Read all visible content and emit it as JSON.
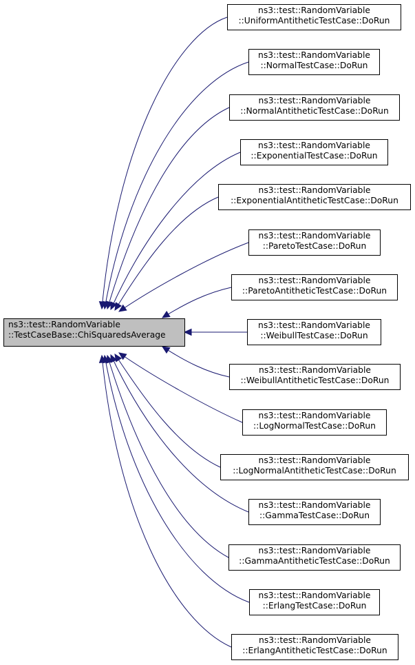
{
  "root": {
    "line1": "ns3::test::RandomVariable",
    "line2": "::TestCaseBase::ChiSquaredsAverage"
  },
  "callers": [
    {
      "line1": "ns3::test::RandomVariable",
      "line2": "::UniformAntitheticTestCase::DoRun"
    },
    {
      "line1": "ns3::test::RandomVariable",
      "line2": "::NormalTestCase::DoRun"
    },
    {
      "line1": "ns3::test::RandomVariable",
      "line2": "::NormalAntitheticTestCase::DoRun"
    },
    {
      "line1": "ns3::test::RandomVariable",
      "line2": "::ExponentialTestCase::DoRun"
    },
    {
      "line1": "ns3::test::RandomVariable",
      "line2": "::ExponentialAntitheticTestCase::DoRun"
    },
    {
      "line1": "ns3::test::RandomVariable",
      "line2": "::ParetoTestCase::DoRun"
    },
    {
      "line1": "ns3::test::RandomVariable",
      "line2": "::ParetoAntitheticTestCase::DoRun"
    },
    {
      "line1": "ns3::test::RandomVariable",
      "line2": "::WeibullTestCase::DoRun"
    },
    {
      "line1": "ns3::test::RandomVariable",
      "line2": "::WeibullAntitheticTestCase::DoRun"
    },
    {
      "line1": "ns3::test::RandomVariable",
      "line2": "::LogNormalTestCase::DoRun"
    },
    {
      "line1": "ns3::test::RandomVariable",
      "line2": "::LogNormalAntitheticTestCase::DoRun"
    },
    {
      "line1": "ns3::test::RandomVariable",
      "line2": "::GammaTestCase::DoRun"
    },
    {
      "line1": "ns3::test::RandomVariable",
      "line2": "::GammaAntitheticTestCase::DoRun"
    },
    {
      "line1": "ns3::test::RandomVariable",
      "line2": "::ErlangTestCase::DoRun"
    },
    {
      "line1": "ns3::test::RandomVariable",
      "line2": "::ErlangAntitheticTestCase::DoRun"
    }
  ],
  "colors": {
    "edge": "#191970",
    "root_fill": "#bfbfbf",
    "node_border": "#000000"
  }
}
